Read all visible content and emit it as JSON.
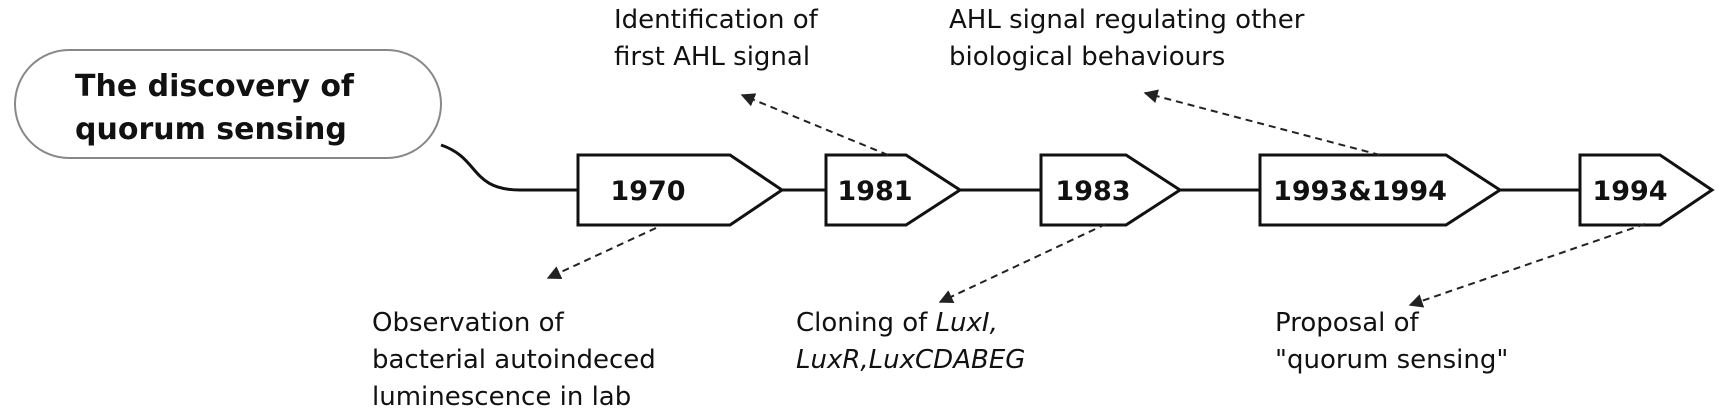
{
  "title": {
    "line1": "The discovery of",
    "line2": "quorum sensing"
  },
  "milestones": [
    {
      "year": "1970",
      "note_position": "below",
      "note_lines": [
        [
          {
            "t": "Observation of"
          }
        ],
        [
          {
            "t": "bacterial autoindeced"
          }
        ],
        [
          {
            "t": "luminescence in lab"
          }
        ]
      ]
    },
    {
      "year": "1981",
      "note_position": "above",
      "note_lines": [
        [
          {
            "t": "Identification of"
          }
        ],
        [
          {
            "t": "first AHL signal"
          }
        ]
      ]
    },
    {
      "year": "1983",
      "note_position": "below",
      "note_lines": [
        [
          {
            "t": "Cloning of "
          },
          {
            "t": "LuxI,",
            "i": true
          }
        ],
        [
          {
            "t": "LuxR,LuxCDABEG",
            "i": true
          }
        ]
      ]
    },
    {
      "year": "1993&1994",
      "note_position": "above",
      "note_lines": [
        [
          {
            "t": "AHL signal regulating other"
          }
        ],
        [
          {
            "t": "biological behaviours"
          }
        ]
      ]
    },
    {
      "year": "1994",
      "note_position": "below",
      "note_lines": [
        [
          {
            "t": "Proposal of"
          }
        ],
        [
          {
            "t": "\"quorum sensing\""
          }
        ]
      ]
    }
  ]
}
